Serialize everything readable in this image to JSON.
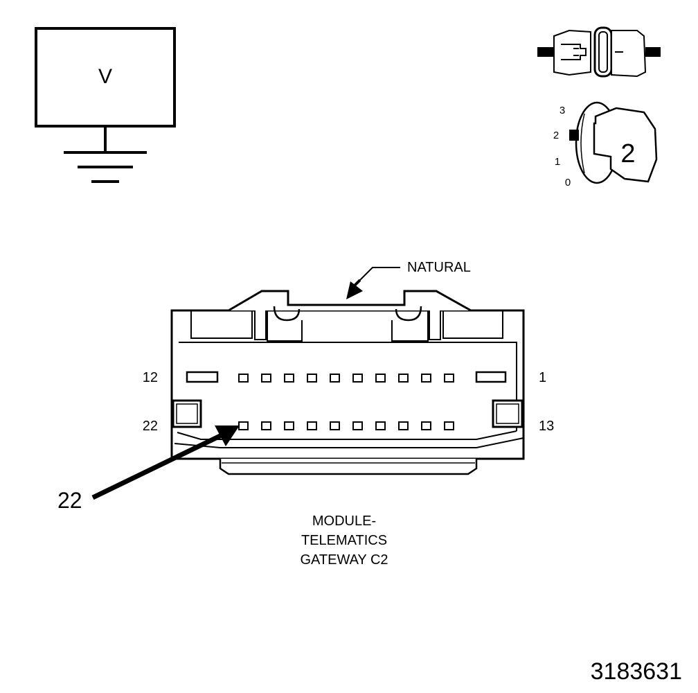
{
  "voltmeter": {
    "symbol": "V"
  },
  "ignition": {
    "position_labels": [
      "3",
      "2",
      "1",
      "0"
    ],
    "selected_position": "2"
  },
  "connector": {
    "color_label": "NATURAL",
    "pin_labels": {
      "top_left": "12",
      "top_right": "1",
      "bottom_left": "22",
      "bottom_right": "13"
    },
    "callout_pin": "22",
    "name_lines": [
      "MODULE-",
      "TELEMATICS",
      "GATEWAY C2"
    ]
  },
  "figure_id": "3183631"
}
